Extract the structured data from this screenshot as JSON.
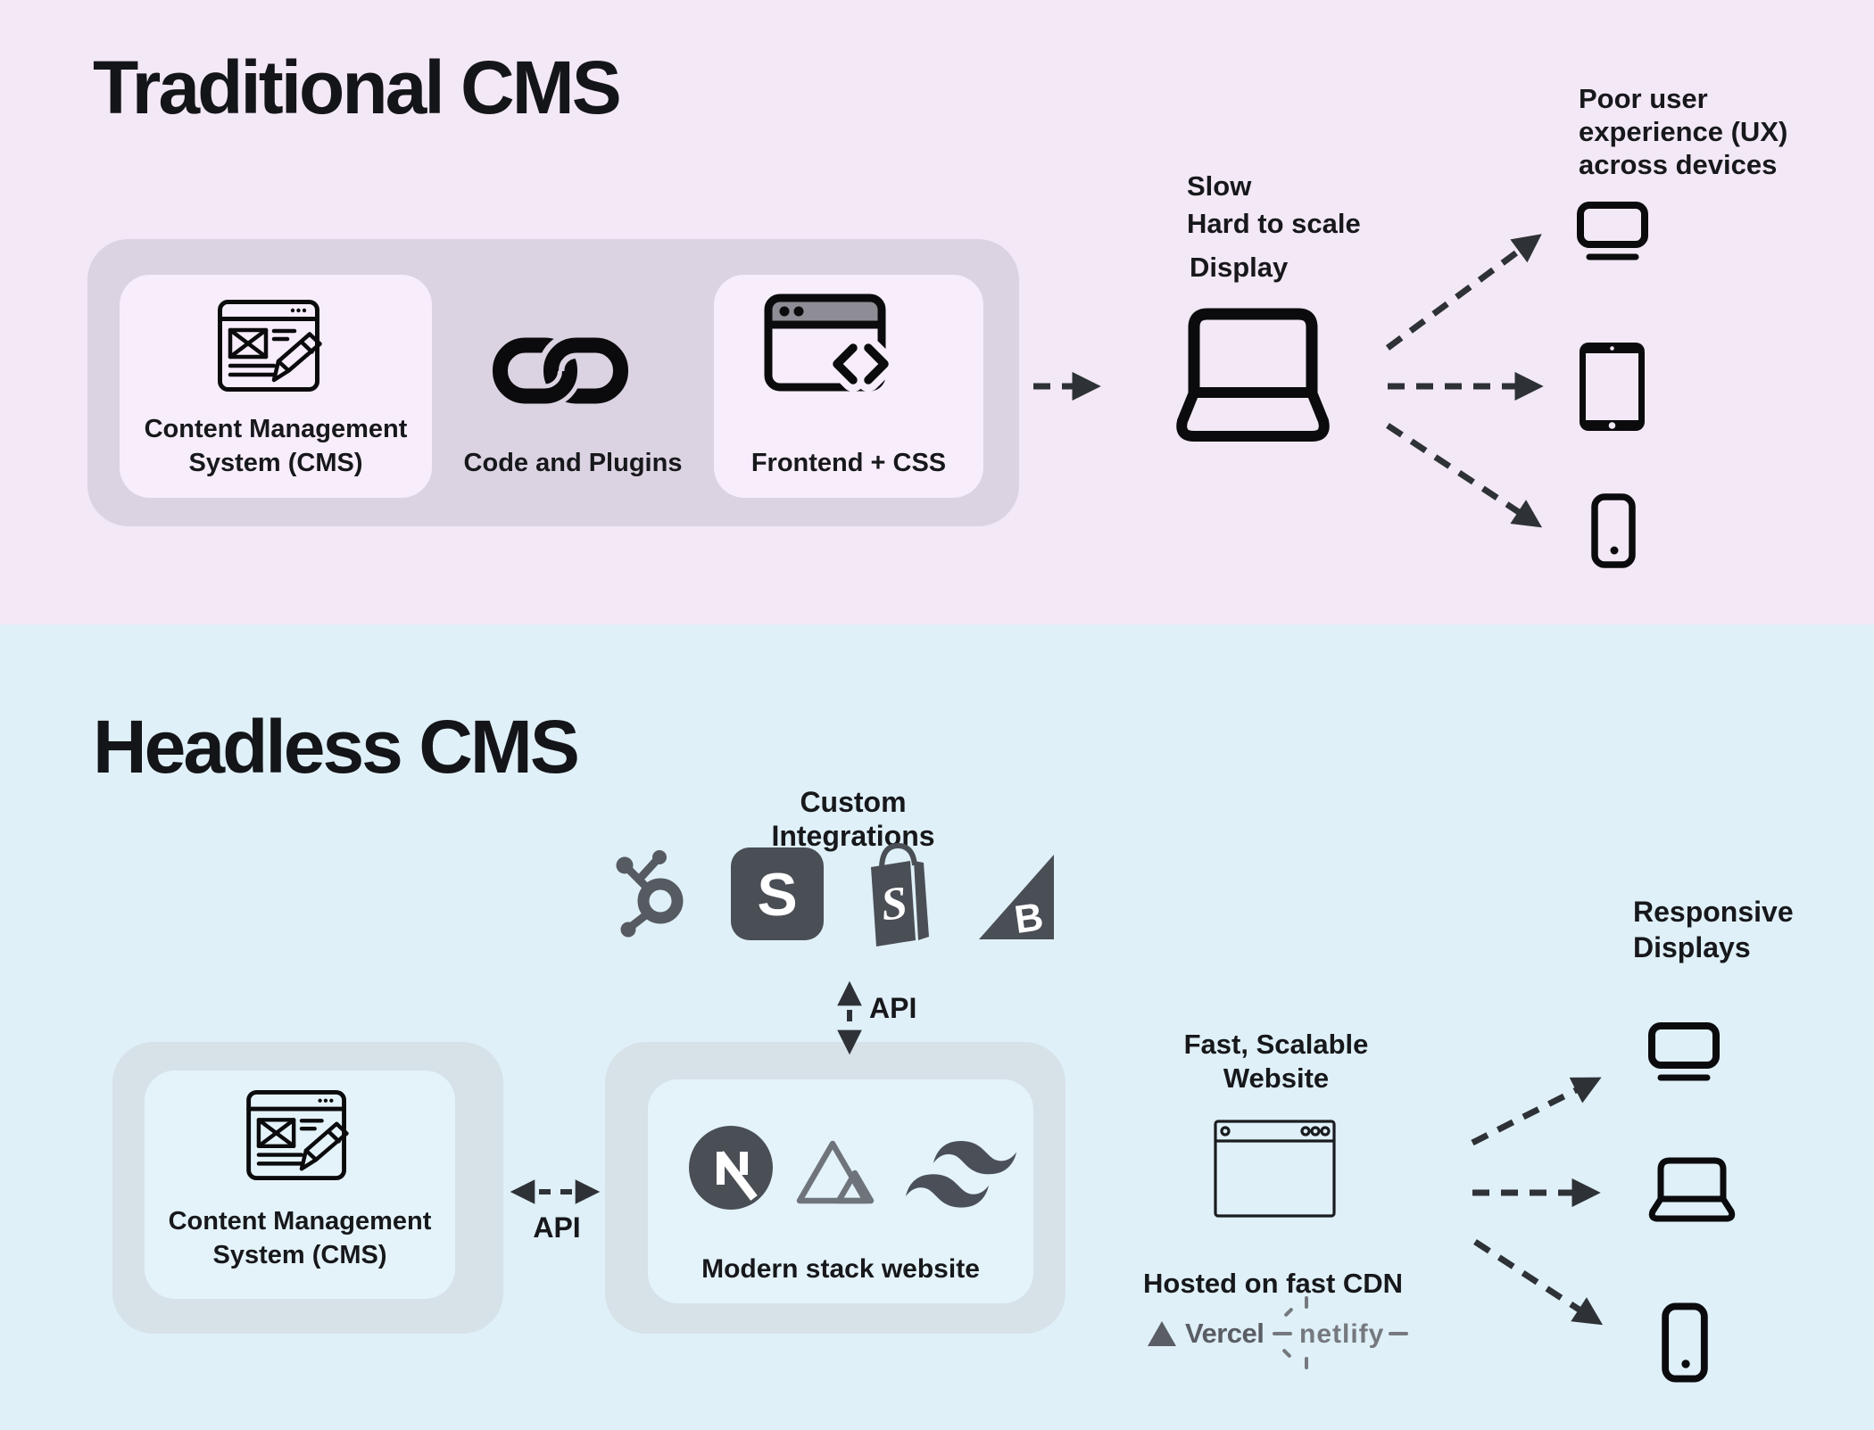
{
  "colors": {
    "top_background": "#F3E8F6",
    "top_container": "#DCD3E2",
    "top_card": "#F7EDFB",
    "bottom_background": "#DFF0F8",
    "bottom_container": "#D7E1E8",
    "bottom_card": "#E4F3FA",
    "ink": "#17181B",
    "arrow": "#2E3236",
    "logo_gray": "#4A4E55",
    "logo_gray_light": "#6F747B"
  },
  "traditional": {
    "title": "Traditional CMS",
    "cms_label": "Content Management System (CMS)",
    "plugins_label": "Code and Plugins",
    "frontend_label": "Frontend + CSS",
    "issue_line1": "Slow",
    "issue_line2": "Hard to scale",
    "display_label": "Display",
    "ux_note": "Poor user experience (UX) across devices",
    "icons": [
      "cms-browser-edit-icon",
      "chain-link-icon",
      "browser-code-icon",
      "laptop-icon",
      "monitor-icon",
      "tablet-icon",
      "phone-icon"
    ]
  },
  "headless": {
    "title": "Headless CMS",
    "integrations_label": "Custom Integrations",
    "integration_icons": [
      "hubspot-icon",
      "sanity-icon",
      "shopify-icon",
      "bigcommerce-icon"
    ],
    "sanity_letter": "S",
    "shopify_letter": "S",
    "bigcommerce_letter": "B",
    "api_label_vertical": "API",
    "api_label_horizontal": "API",
    "cms_label": "Content Management System (CMS)",
    "stack_label": "Modern stack website",
    "stack_icons": [
      "nextjs-icon",
      "nuxt-icon",
      "tailwind-icon"
    ],
    "website_label": "Fast, Scalable Website",
    "cdn_label": "Hosted on fast CDN",
    "vercel_text": "Vercel",
    "netlify_text": "netlify",
    "displays_label": "Responsive Displays",
    "display_icons": [
      "monitor-icon",
      "laptop-icon",
      "phone-icon"
    ]
  }
}
